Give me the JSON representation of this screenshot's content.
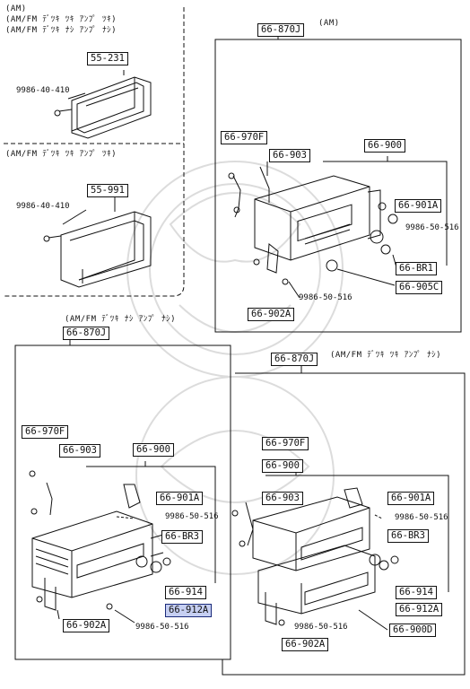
{
  "panel_tl": {
    "variants": [
      "(AM)",
      "(AM/FM ﾃﾞﾂｷ ﾂｷ ｱﾝﾌﾟ ﾂｷ)",
      "(AM/FM ﾃﾞﾂｷ ﾅｼ ｱﾝﾌﾟ ﾅｼ)"
    ],
    "part": "55-231",
    "screw": "9986-40-410"
  },
  "panel_ml": {
    "variant": "(AM/FM ﾃﾞﾂｷ ﾂｷ ｱﾝﾌﾟ ﾂｷ)",
    "part": "55-991",
    "screw": "9986-40-410"
  },
  "panel_tr": {
    "main": "66-870J",
    "variant": "(AM)",
    "p970": "66-970F",
    "p903": "66-903",
    "p900": "66-900",
    "p901": "66-901A",
    "screw1": "9986-50-516",
    "br": "66-BR1",
    "p905": "66-905C",
    "screw2": "9986-50-516",
    "p902": "66-902A"
  },
  "panel_bl": {
    "variant": "(AM/FM ﾃﾞﾂｷ ﾅｼ ｱﾝﾌﾟ ﾅｼ)",
    "main": "66-870J",
    "p970": "66-970F",
    "p903": "66-903",
    "p900": "66-900",
    "p901": "66-901A",
    "screw1": "9986-50-516",
    "br": "66-BR3",
    "p914": "66-914",
    "p912": "66-912A",
    "p902": "66-902A",
    "screw2": "9986-50-516"
  },
  "panel_br": {
    "main": "66-870J",
    "variant": "(AM/FM ﾃﾞﾂｷ ﾂｷ ｱﾝﾌﾟ ﾅｼ)",
    "p970": "66-970F",
    "p900": "66-900",
    "p903": "66-903",
    "p901": "66-901A",
    "screw1": "9986-50-516",
    "br": "66-BR3",
    "p914": "66-914",
    "p912": "66-912A",
    "screw2": "9986-50-516",
    "p900d": "66-900D",
    "p902": "66-902A"
  },
  "colors": {
    "ink": "#111111",
    "highlight": "#c6cff2",
    "watermark": "#d9d9d9"
  }
}
